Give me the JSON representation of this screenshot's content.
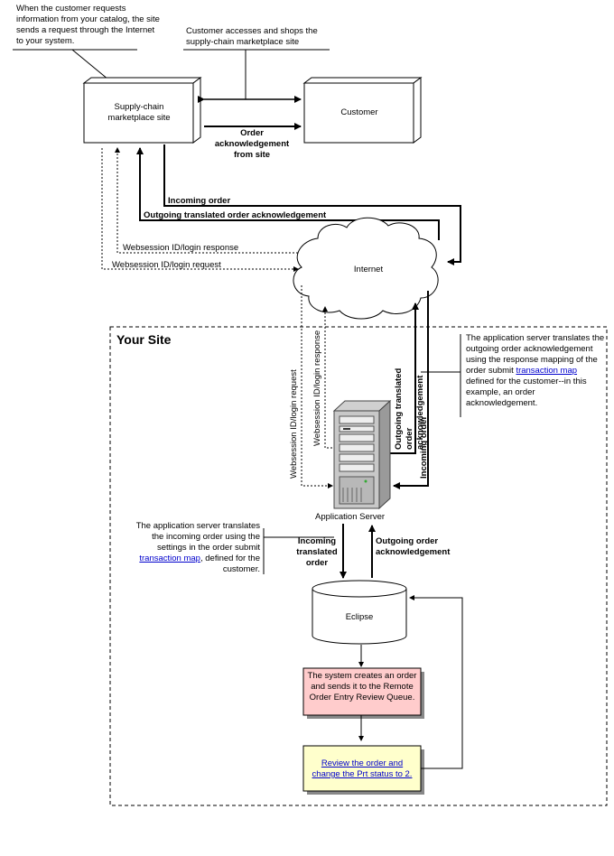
{
  "notes": {
    "customer_request": "When the customer requests information from your catalog, the site sends a request through the Internet to your system.",
    "customer_shops": "Customer accesses and shops the supply-chain marketplace site",
    "translate_outgoing_pre": "The application server translates the outgoing order acknowledgement using the response mapping of the order submit ",
    "translate_outgoing_link": "transaction map",
    "translate_outgoing_post": " defined for the customer--in this example, an order acknowledgement.",
    "translate_incoming_pre": "The application server translates the incoming order using the settings in the order submit ",
    "translate_incoming_link": "transaction map",
    "translate_incoming_post": ", defined for the customer."
  },
  "nodes": {
    "marketplace": "Supply-chain marketplace site",
    "customer": "Customer",
    "internet": "Internet",
    "app_server": "Application Server",
    "eclipse": "Eclipse",
    "system_creates": "The system creates an order and sends it to the Remote Order Entry Review Queue.",
    "review_link": "Review the order and change the Prt status to 2."
  },
  "labels": {
    "order_ack_from_site": "Order acknowledgement from site",
    "incoming_order": "Incoming order",
    "outgoing_translated_ack": "Outgoing translated order acknowledgement",
    "websession_response": "Websession ID/login response",
    "websession_request": "Websession ID/login request",
    "your_site": "Your Site",
    "v_websession_request": "Websession ID/login request",
    "v_websession_response": "Websession ID/login response",
    "v_outgoing_translated": "Outgoing translated order acknowledgement",
    "v_incoming_order": "Incoming order",
    "incoming_translated_order": "Incoming translated order",
    "outgoing_order_ack": "Outgoing order acknowledgement"
  },
  "colors": {
    "pink_box": "#ffcccc",
    "yellow_box": "#ffffcc",
    "link": "#0000cc"
  }
}
